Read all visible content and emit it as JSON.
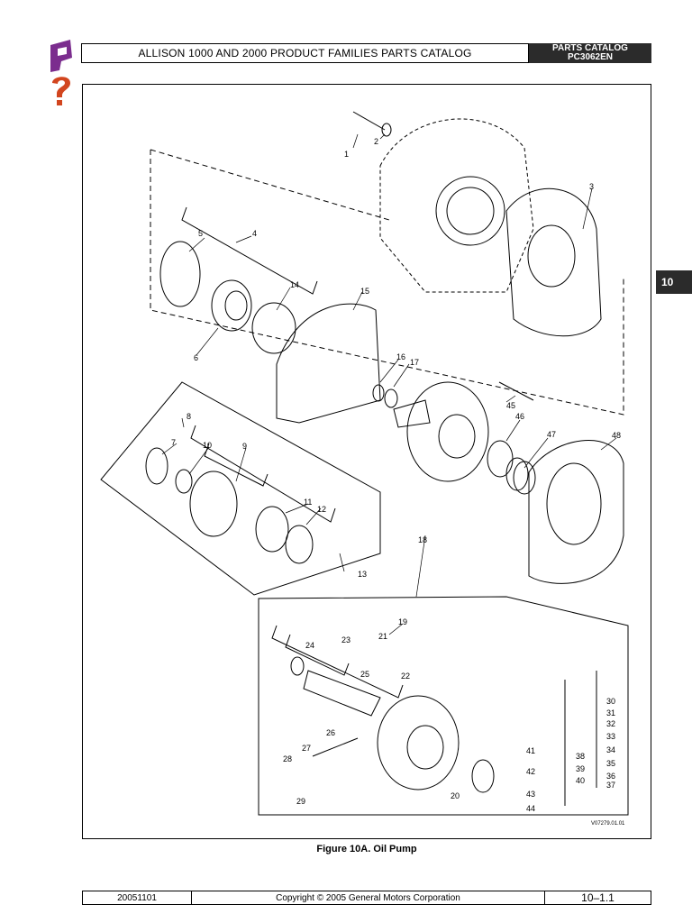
{
  "header": {
    "title": "ALLISON 1000 AND 2000 PRODUCT FAMILIES PARTS CATALOG",
    "code_line1": "PARTS CATALOG",
    "code_line2": "PC3062EN"
  },
  "logo": {
    "icon": "allison-logo-icon",
    "help_icon": "question-mark-icon",
    "colors": [
      "#7b2d8e",
      "#d2451e"
    ]
  },
  "section_tab": "10",
  "figure": {
    "id": "V07279.01.01",
    "caption": "Figure 10A.  Oil Pump",
    "callouts": [
      "1",
      "2",
      "3",
      "4",
      "5",
      "6",
      "7",
      "8",
      "9",
      "10",
      "11",
      "12",
      "13",
      "14",
      "15",
      "16",
      "17",
      "18",
      "19",
      "20",
      "21",
      "22",
      "23",
      "24",
      "25",
      "26",
      "27",
      "28",
      "29",
      "30",
      "31",
      "32",
      "33",
      "34",
      "35",
      "36",
      "37",
      "38",
      "39",
      "40",
      "41",
      "42",
      "43",
      "44",
      "45",
      "46",
      "47",
      "48"
    ]
  },
  "footer": {
    "date": "20051101",
    "copyright": "Copyright © 2005 General Motors Corporation",
    "page": "10–1.1"
  }
}
